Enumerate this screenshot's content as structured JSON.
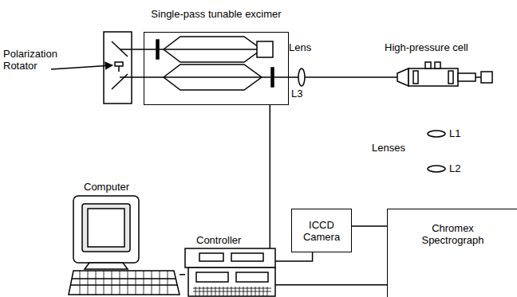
{
  "diagram": {
    "nodes": [
      {
        "text": [
          "Single-pass tunable excimer"
        ]
      },
      {
        "text": [
          "Computer"
        ]
      },
      {
        "text": [
          "Controller"
        ]
      },
      {
        "text": [
          "ICCD Camera"
        ]
      },
      {
        "text": [
          "Chromex Spectrograph"
        ]
      }
    ],
    "edges": [
      {
        "from": 0,
        "to": 2,
        "arrow": "none"
      },
      {
        "from": 1,
        "to": 2,
        "arrow": "none"
      },
      {
        "from": 2,
        "to": 3,
        "arrow": "none"
      },
      {
        "from": 3,
        "to": 4,
        "arrow": "none"
      },
      {
        "from": 2,
        "to": 4,
        "arrow": "none"
      }
    ],
    "labels": [
      "Polarization Rotator",
      "Lens",
      "L3",
      "High-pressure cell",
      "Lenses",
      "L1",
      "L2"
    ]
  }
}
